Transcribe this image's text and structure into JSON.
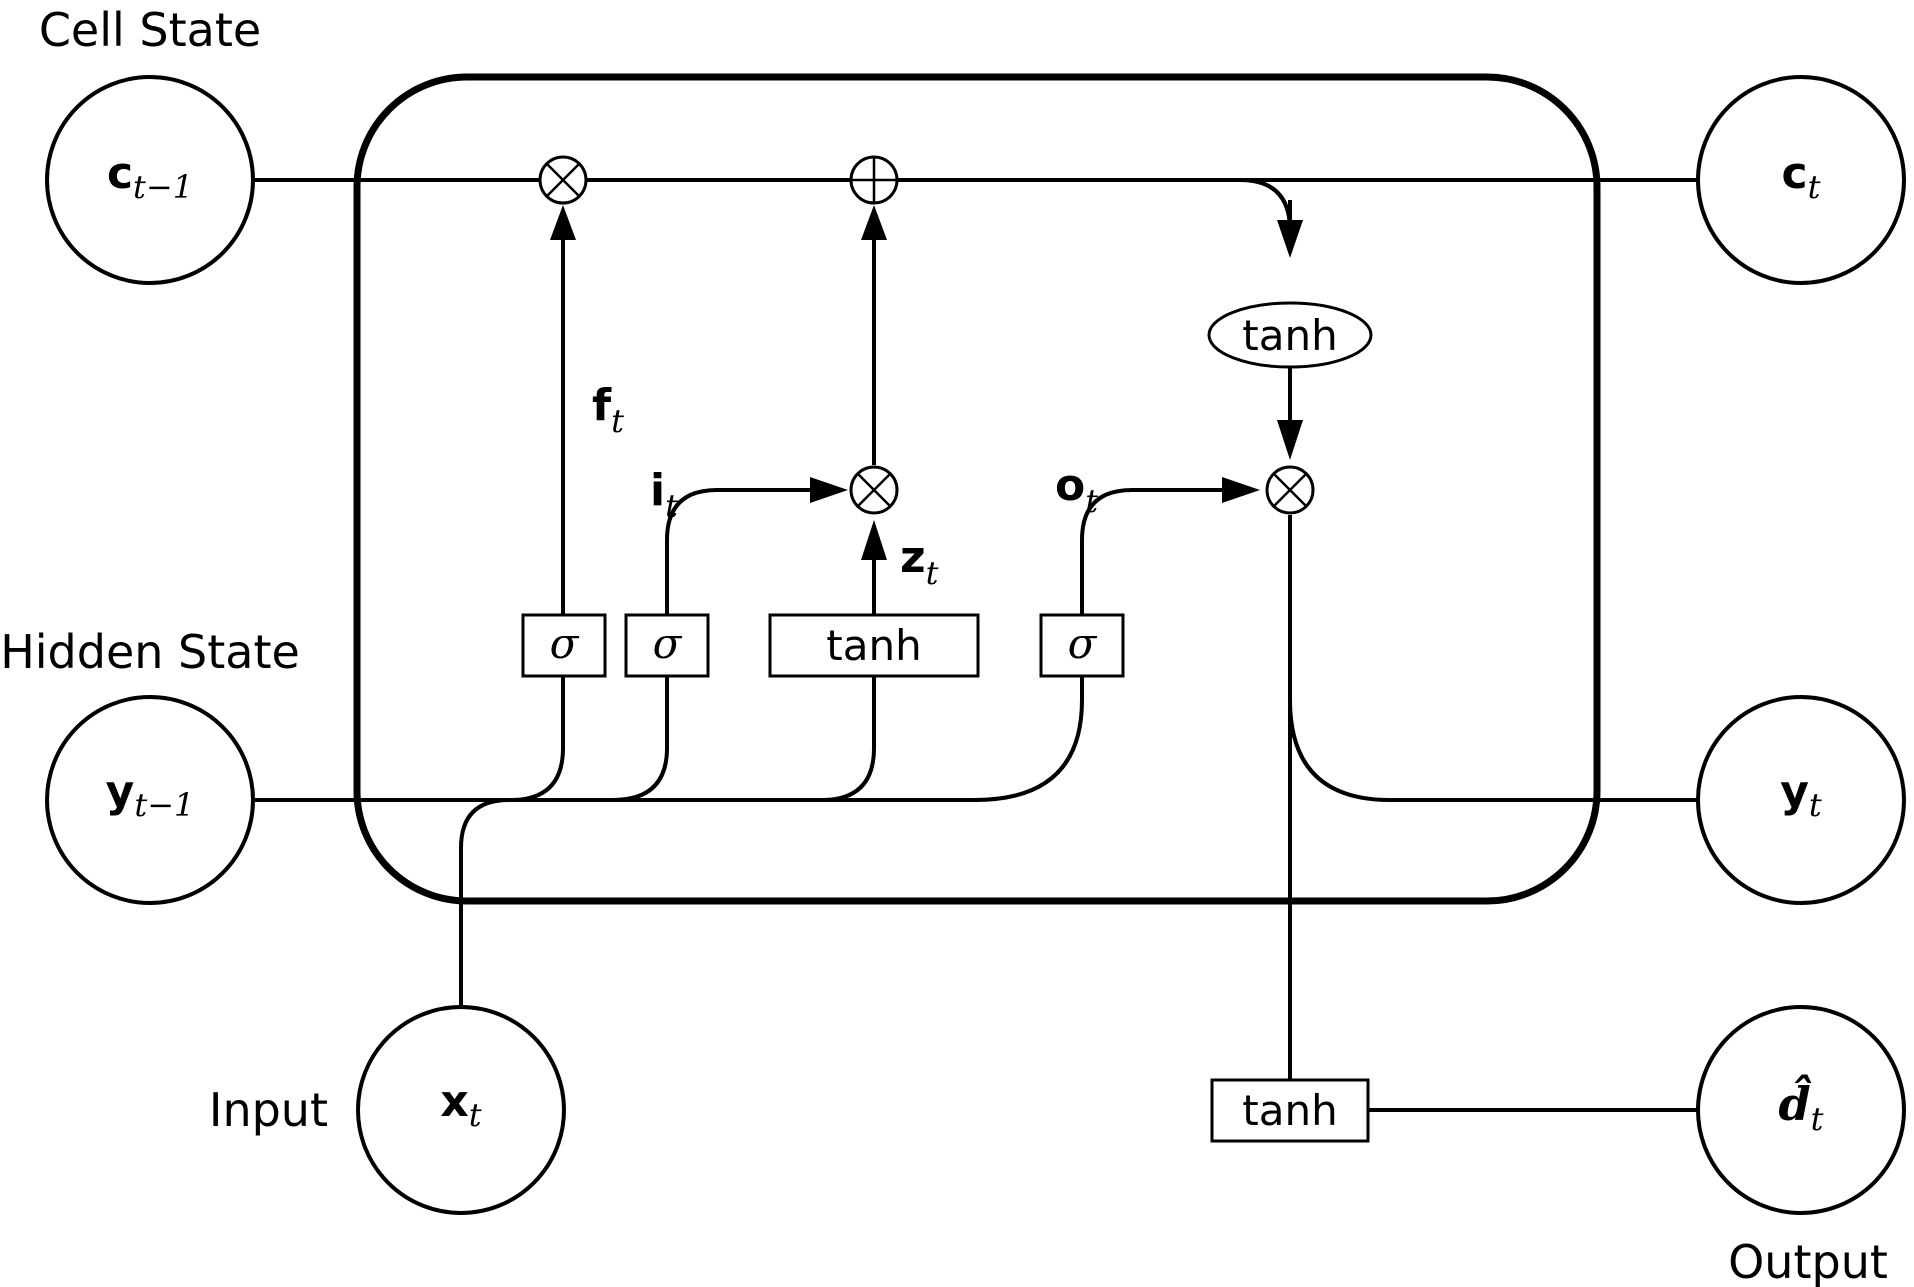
{
  "labels": {
    "cell_state": "Cell State",
    "hidden_state": "Hidden State",
    "input": "Input",
    "output": "Output"
  },
  "nodes": {
    "c_prev": {
      "base": "c",
      "sub": "t−1"
    },
    "c_t": {
      "base": "c",
      "sub": "t"
    },
    "y_prev": {
      "base": "y",
      "sub": "t−1"
    },
    "y_t": {
      "base": "y",
      "sub": "t"
    },
    "x_t": {
      "base": "x",
      "sub": "t"
    },
    "d_hat": {
      "base": "d̂",
      "sub": "t"
    }
  },
  "gates": {
    "f": {
      "base": "f",
      "sub": "t"
    },
    "i": {
      "base": "i",
      "sub": "t"
    },
    "z": {
      "base": "z",
      "sub": "t"
    },
    "o": {
      "base": "o",
      "sub": "t"
    }
  },
  "functions": {
    "sigma": "σ",
    "tanh": "tanh"
  },
  "operators": {
    "multiply": "⊗",
    "add": "⊕"
  }
}
